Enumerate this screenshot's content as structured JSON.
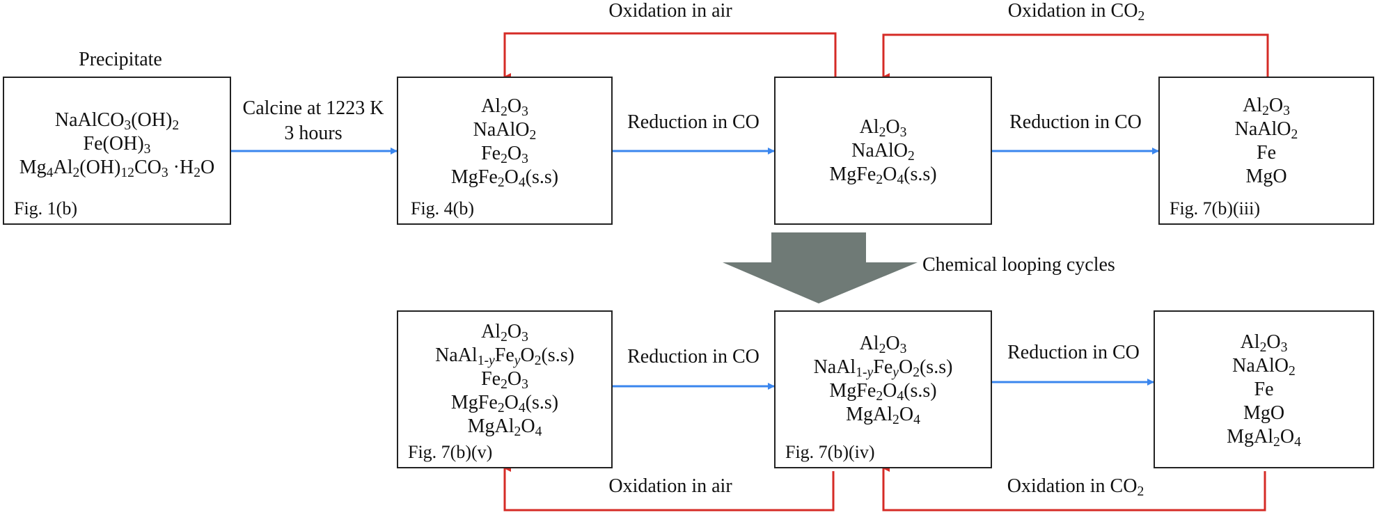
{
  "colors": {
    "blue": "#3a86ee",
    "red": "#d52b26",
    "gray": "#6f7a76",
    "black": "#222222"
  },
  "top_labels": {
    "precipitate": "Precipitate",
    "oxidation_air": "Oxidation in air",
    "oxidation_co2": "Oxidation in CO<sub>2</sub>"
  },
  "arrow_labels": {
    "calcine_line1": "Calcine at 1223 K",
    "calcine_line2": "3 hours",
    "reduction_1": "Reduction in CO",
    "reduction_2": "Reduction in CO",
    "reduction_3": "Reduction in CO",
    "reduction_4": "Reduction in CO"
  },
  "chemical_looping": "Chemical looping cycles",
  "bottom_labels": {
    "oxidation_air": "Oxidation in air",
    "oxidation_co2": "Oxidation in CO<sub>2</sub>"
  },
  "boxes": {
    "precipitate": {
      "lines": [
        "NaAlCO<sub>3</sub>(OH)<sub>2</sub>",
        "Fe(OH)<sub>3</sub>",
        "Mg<sub>4</sub>Al<sub>2</sub>(OH)<sub>12</sub>CO<sub>3</sub> ·H<sub>2</sub>O"
      ],
      "fig": "Fig. 1(b)"
    },
    "calcined": {
      "lines": [
        "Al<sub>2</sub>O<sub>3</sub>",
        "NaAlO<sub>2</sub>",
        "Fe<sub>2</sub>O<sub>3</sub>",
        "MgFe<sub>2</sub>O<sub>4</sub>(s.s)"
      ],
      "fig": "Fig. 4(b)"
    },
    "oxidized_top": {
      "lines": [
        "Al<sub>2</sub>O<sub>3</sub>",
        "NaAlO<sub>2</sub>",
        "MgFe<sub>2</sub>O<sub>4</sub>(s.s)"
      ],
      "fig": ""
    },
    "reduced_top": {
      "lines": [
        "Al<sub>2</sub>O<sub>3</sub>",
        "NaAlO<sub>2</sub>",
        "Fe",
        "MgO"
      ],
      "fig": "Fig. 7(b)(iii)"
    },
    "cycle_air": {
      "lines": [
        "Al<sub>2</sub>O<sub>3</sub>",
        "NaAl<sub>1-<i>y</i></sub>Fe<sub><i>y</i></sub>O<sub>2</sub>(s.s)",
        "Fe<sub>2</sub>O<sub>3</sub>",
        "MgFe<sub>2</sub>O<sub>4</sub>(s.s)",
        "MgAl<sub>2</sub>O<sub>4</sub>"
      ],
      "fig": "Fig. 7(b)(v)"
    },
    "cycle_co2": {
      "lines": [
        "Al<sub>2</sub>O<sub>3</sub>",
        "NaAl<sub>1-<i>y</i></sub>Fe<sub><i>y</i></sub>O<sub>2</sub>(s.s)",
        "MgFe<sub>2</sub>O<sub>4</sub>(s.s)",
        "MgAl<sub>2</sub>O<sub>4</sub>"
      ],
      "fig": "Fig. 7(b)(iv)"
    },
    "cycle_reduced": {
      "lines": [
        "Al<sub>2</sub>O<sub>3</sub>",
        "NaAlO<sub>2</sub>",
        "Fe",
        "MgO",
        "MgAl<sub>2</sub>O<sub>4</sub>"
      ],
      "fig": ""
    }
  }
}
